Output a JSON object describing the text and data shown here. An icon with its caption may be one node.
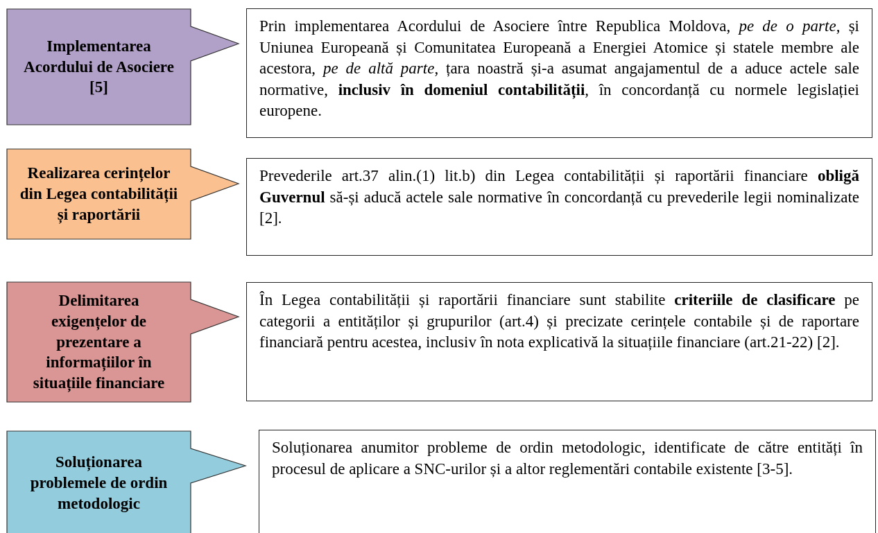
{
  "diagram": {
    "nodes": [
      {
        "text": [
          "Implementarea Acordului de Asociere [5]"
        ]
      },
      {
        "text": [
          "Prin implementarea Acordului de Asociere între Republica Moldova, *pe de o parte*, și Uniunea Europeană și Comunitatea Europeană a Energiei Atomice și statele membre ale acestora, *pe de altă parte*, țara noastră și-a asumat angajamentul de a aduce actele sale normative, **inclusiv în domeniul contabilității**, în concordanță cu normele legislației europene."
        ]
      },
      {
        "text": [
          "Realizarea cerințelor din Legea contabilității și raportării"
        ]
      },
      {
        "text": [
          "Prevederile art.37 alin.(1) lit.b) din Legea contabilității și raportării financiare **obligă Guvernul** să-și aducă actele sale normative în concordanță cu prevederile legii nominalizate [2]."
        ]
      },
      {
        "text": [
          "Delimitarea exigențelor de prezentare a informațiilor în situațiile financiare"
        ]
      },
      {
        "text": [
          "În Legea contabilității și raportării financiare sunt stabilite **criteriile de clasificare** pe categorii a entităților și grupurilor (art.4) și precizate cerințele contabile și de raportare financiară pentru acestea, inclusiv în nota explicativă la situațiile financiare (art.21-22) [2]."
        ]
      },
      {
        "text": [
          "Soluționarea problemele de ordin metodologic"
        ]
      },
      {
        "text": [
          "Soluționarea anumitor probleme de ordin metodologic, identificate de către entități în procesul de aplicare a SNC-urilor și a altor reglementări contabile existente [3-5]."
        ]
      }
    ]
  }
}
